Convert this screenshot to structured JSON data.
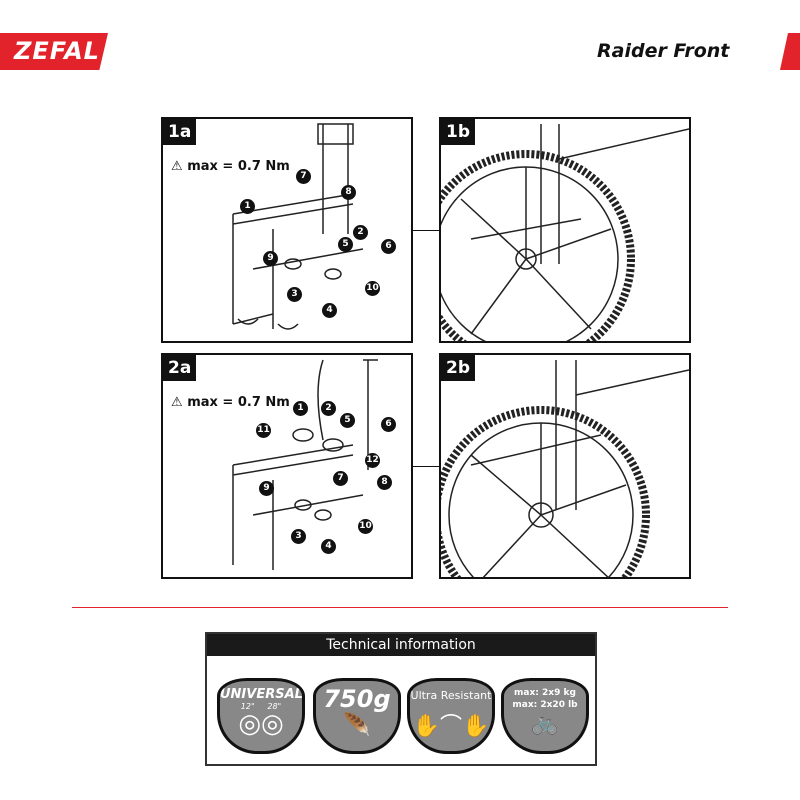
{
  "header": {
    "brand": "ZEFAL",
    "product": "Raider Front",
    "accent": "#e3232b"
  },
  "steps": [
    {
      "id": "1a",
      "torque": "max = 0.7 Nm",
      "callouts": [
        "1",
        "2",
        "3",
        "4",
        "5",
        "6",
        "7",
        "8",
        "9",
        "10"
      ]
    },
    {
      "id": "1b"
    },
    {
      "id": "2a",
      "torque": "max = 0.7 Nm",
      "callouts": [
        "1",
        "2",
        "3",
        "4",
        "5",
        "6",
        "7",
        "8",
        "9",
        "10",
        "11",
        "12"
      ]
    },
    {
      "id": "2b"
    }
  ],
  "technical": {
    "title": "Technical information",
    "universal": {
      "label": "UNIVERSAL",
      "size_min": "12\"",
      "size_max": "28\""
    },
    "weight": "750g",
    "resistance": "Ultra Resistant",
    "load": [
      "max:  2x9 kg",
      "max:  2x20 lb"
    ]
  }
}
